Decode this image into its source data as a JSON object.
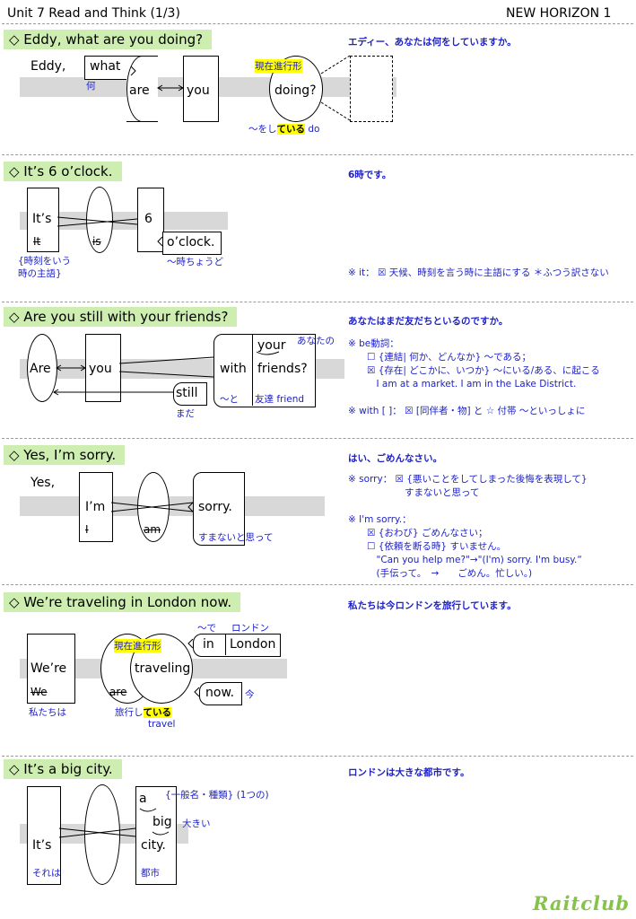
{
  "header": {
    "title": "Unit 7 Read and Think (1/3)",
    "textbook": "NEW HORIZON 1"
  },
  "sections": [
    {
      "title": "◇ Eddy, what are you doing?",
      "translation": "エディー、あなたは何をしていますか。",
      "words": [
        "Eddy,",
        "what",
        "are",
        "you",
        "doing?"
      ],
      "labels": {
        "what_ja": "何",
        "tag": "現在進行形",
        "doing_pre": "～をし",
        "doing_hl": "ている",
        "doing_post": " do"
      }
    },
    {
      "title": "◇ It’s 6 o’clock.",
      "translation": "6時です。",
      "words": [
        "It’s",
        "It",
        "is",
        "6",
        "o’clock."
      ],
      "labels": {
        "subject_note": "{時刻をいう\n時の主語}",
        "oclock_ja": "～時ちょうど"
      },
      "note": "※ it： ☒ 天候、時刻を言う時に主語にする ＊ふつう訳さない"
    },
    {
      "title": "◇ Are you still with your friends?",
      "translation": "あなたはまだ友だちといるのですか。",
      "words": [
        "Are",
        "you",
        "with",
        "your",
        "friends?",
        "still"
      ],
      "labels": {
        "your_ja": "あなたの",
        "with_ja": "～と",
        "friends_ja": "友達 friend",
        "still_ja": "まだ"
      },
      "note": "※ be動詞：\n　　☐ {連結| 何か、どんなか} ～である；\n　　☒ {存在| どこかに、いつか} ～にいる/ある、に起こる\n　　　I am at a market. I am in the Lake District.\n\n※ with [ ]： ☒ [同伴者・物] と ☆ 付帯 ～といっしょに"
    },
    {
      "title": "◇ Yes, I’m sorry.",
      "translation": "はい、ごめんなさい。",
      "words": [
        "Yes,",
        "I’m",
        "I",
        "am",
        "sorry."
      ],
      "labels": {
        "sorry_ja": "すまないと思って"
      },
      "note": "※ sorry： ☒ {悪いことをしてしまった後悔を表現して}\n　　　　　　すまないと思って\n\n※ I'm sorry.：\n　　☒ {おわび} ごめんなさい；\n　　☐ {依頼を断る時} すいません。\n　　　\"Can you help me?\"→\"(I'm) sorry. I'm busy.“\n　　　(手伝って。　→　　ごめん。忙しい。)"
    },
    {
      "title": "◇ We’re traveling in London now.",
      "translation": "私たちは今ロンドンを旅行しています。",
      "words": [
        "We’re",
        "We",
        "are",
        "traveling",
        "in",
        "London",
        "now."
      ],
      "labels": {
        "tag": "現在進行形",
        "in_ja": "～で",
        "london_ja": "ロンドン",
        "now_ja": "今",
        "we_ja": "私たちは",
        "trav_pre": "旅行し",
        "trav_hl": "ている",
        "travel": "travel"
      }
    },
    {
      "title": "◇ It’s a big city.",
      "translation": "ロンドンは大きな都市です。",
      "words": [
        "It’s",
        "a",
        "big",
        "city."
      ],
      "labels": {
        "a_ja": "{一般名・種類} (1つの)",
        "big_ja": "大きい",
        "its_ja": "それは",
        "city_ja": "都市"
      }
    }
  ],
  "logo": "Raitclub"
}
